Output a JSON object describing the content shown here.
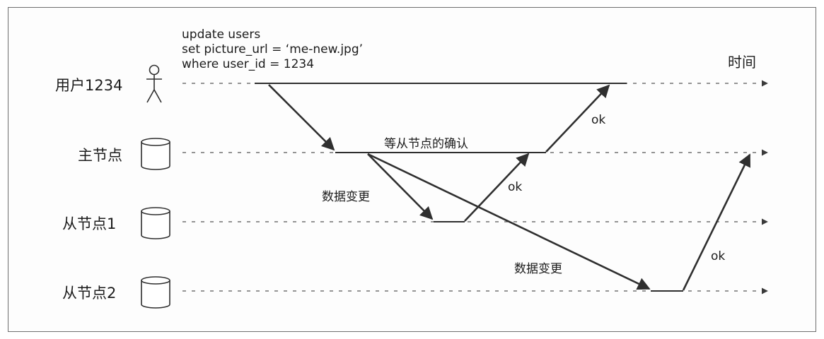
{
  "sql_statement": [
    "update users",
    "set picture_url = ‘me-new.jpg’",
    "where user_id = 1234"
  ],
  "time_label": "时间",
  "nodes": {
    "user": "用户1234",
    "leader": "主节点",
    "follower1": "从节点1",
    "follower2": "从节点2"
  },
  "messages": {
    "wait_confirm": "等从节点的确认",
    "data_change_1": "数据变更",
    "data_change_2": "数据变更",
    "ok_leader_to_user": "ok",
    "ok_follower1": "ok",
    "ok_follower2": "ok"
  },
  "icons": {
    "user": "stick-figure-icon",
    "leader": "database-cylinder-icon",
    "follower1": "database-cylinder-icon",
    "follower2": "database-cylinder-icon"
  },
  "colors": {
    "line": "#3a3a3a",
    "arrow": "#2f2f2f",
    "border": "#6f6f6f"
  }
}
